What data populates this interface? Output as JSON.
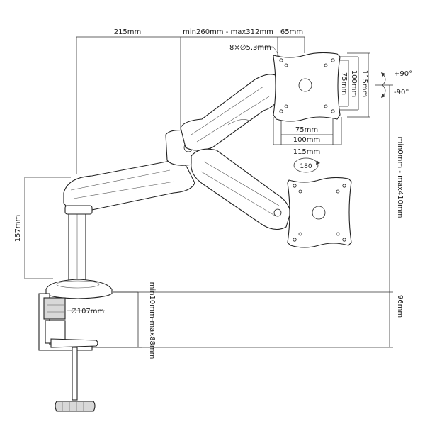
{
  "dimensions": {
    "arm_reach": "215mm",
    "extension": "min260mm - max312mm",
    "top_offset": "65mm",
    "screw_spec": "8×∅5.3mm",
    "vesa_h_small": "75mm",
    "vesa_h_mid": "100mm",
    "vesa_h_large": "115mm",
    "vesa_v_small": "75mm",
    "vesa_v_mid": "100mm",
    "vesa_v_large": "115mm",
    "tilt_up": "+90°",
    "tilt_down": "-90°",
    "rotation": "180",
    "height_range": "min0mm - max410mm",
    "pole_height": "157mm",
    "base_diameter": "∅107mm",
    "clamp_range": "min10mm-max88mm",
    "clamp_depth": "96mm"
  }
}
